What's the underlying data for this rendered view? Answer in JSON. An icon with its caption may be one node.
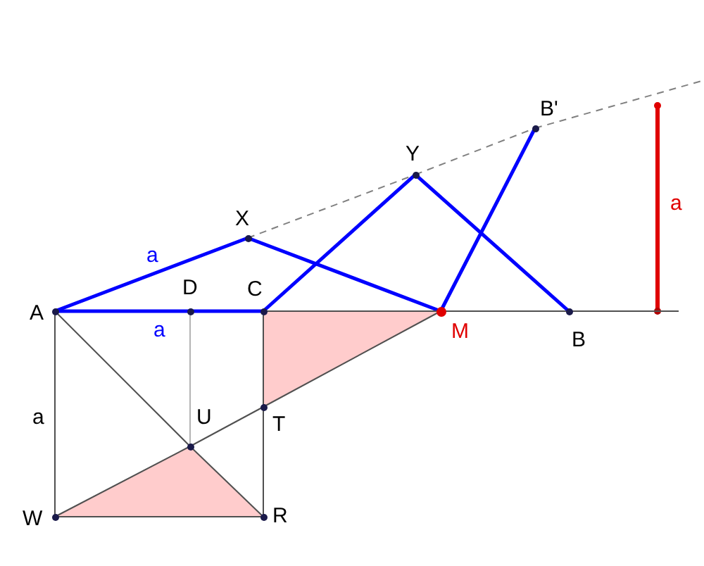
{
  "diagram": {
    "nodes": [
      {
        "text": [
          "B'"
        ]
      },
      {
        "text": [
          "Y"
        ]
      },
      {
        "text": [
          "X"
        ]
      },
      {
        "text": [
          "A"
        ]
      },
      {
        "text": [
          "D"
        ]
      },
      {
        "text": [
          "C"
        ]
      },
      {
        "text": [
          "M"
        ]
      },
      {
        "text": [
          "B"
        ]
      },
      {
        "text": [
          "U"
        ]
      },
      {
        "text": [
          "T"
        ]
      },
      {
        "text": [
          "W"
        ]
      },
      {
        "text": [
          "R"
        ]
      }
    ],
    "edges": [
      {
        "from": 3,
        "to": 2,
        "arrow": "none",
        "label": "a",
        "style": "thick",
        "color": "#0000ff"
      },
      {
        "from": 2,
        "to": 6,
        "arrow": "none",
        "style": "thick",
        "color": "#0000ff"
      },
      {
        "from": 3,
        "to": 5,
        "arrow": "none",
        "label": "a",
        "style": "thick",
        "color": "#0000ff"
      },
      {
        "from": 5,
        "to": 1,
        "arrow": "none",
        "style": "thick",
        "color": "#0000ff"
      },
      {
        "from": 1,
        "to": 7,
        "arrow": "none",
        "style": "thick",
        "color": "#0000ff"
      },
      {
        "from": 6,
        "to": 0,
        "arrow": "none",
        "style": "thick",
        "color": "#0000ff"
      },
      {
        "from": 2,
        "to": 1,
        "arrow": "none",
        "style": "dashed",
        "color": "#808080"
      },
      {
        "from": 1,
        "to": 0,
        "arrow": "none",
        "style": "dashed",
        "color": "#808080"
      },
      {
        "from": 0,
        "to": null,
        "arrow": "none",
        "style": "dashed",
        "color": "#808080"
      },
      {
        "from": 5,
        "to": 6,
        "arrow": "none"
      },
      {
        "from": 6,
        "to": 7,
        "arrow": "none"
      },
      {
        "from": 7,
        "to": null,
        "arrow": "none"
      },
      {
        "from": 3,
        "to": 10,
        "arrow": "none",
        "label": "a"
      },
      {
        "from": 10,
        "to": 11,
        "arrow": "none"
      },
      {
        "from": 11,
        "to": 9,
        "arrow": "none"
      },
      {
        "from": 9,
        "to": 5,
        "arrow": "none"
      },
      {
        "from": 3,
        "to": 8,
        "arrow": "none"
      },
      {
        "from": 8,
        "to": 11,
        "arrow": "none"
      },
      {
        "from": 4,
        "to": 8,
        "arrow": "none",
        "color": "#b4b4b4"
      },
      {
        "from": 10,
        "to": 8,
        "arrow": "none"
      },
      {
        "from": 8,
        "to": 9,
        "arrow": "none"
      },
      {
        "from": 9,
        "to": 6,
        "arrow": "none"
      }
    ],
    "labels": [
      "a"
    ]
  }
}
